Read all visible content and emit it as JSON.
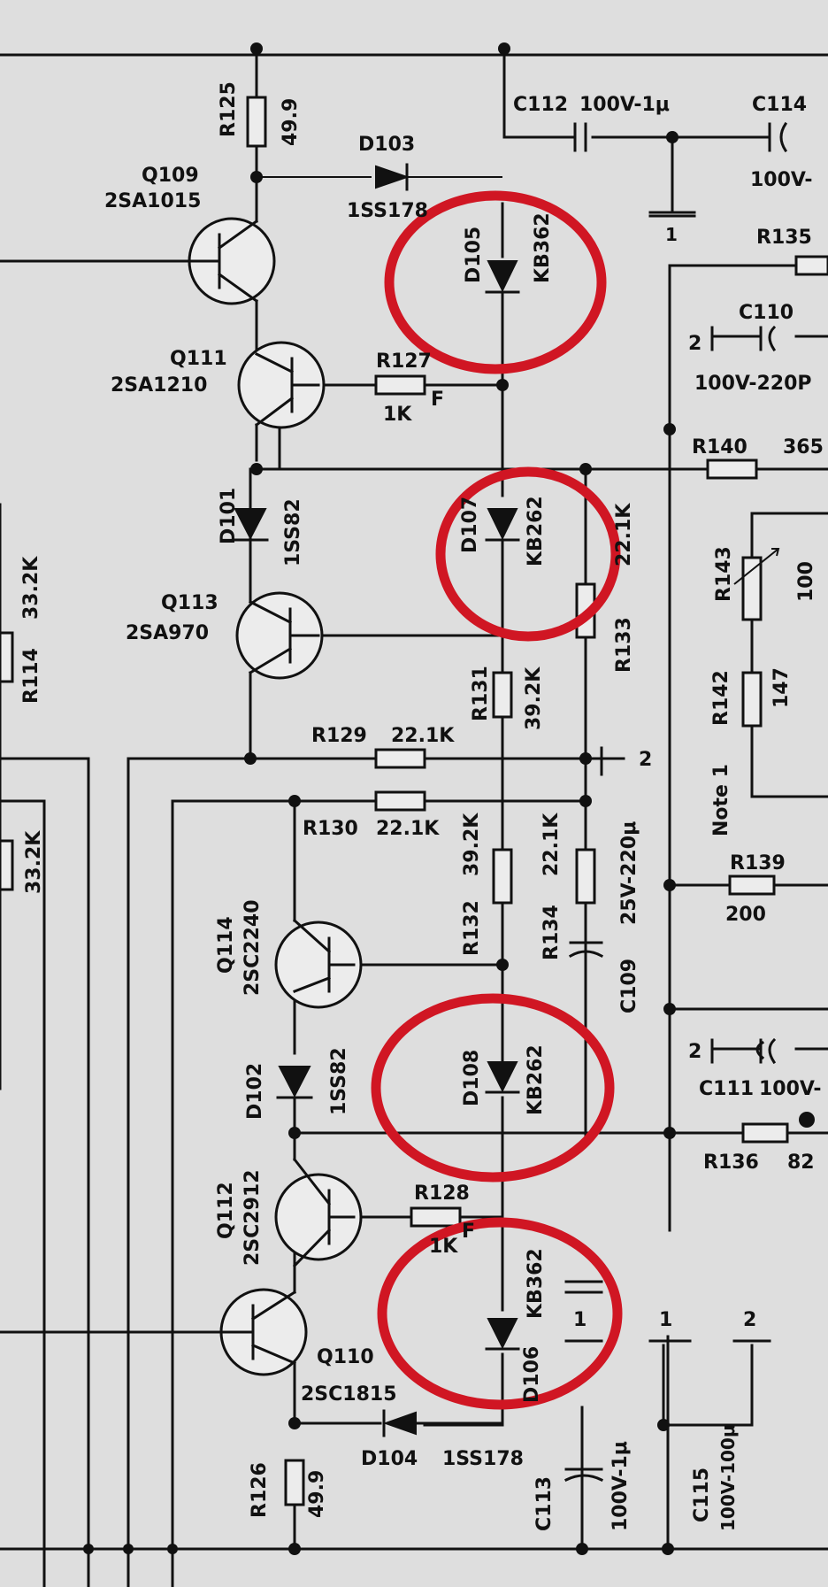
{
  "labels": {
    "R125": "R125",
    "R125v": "49.9",
    "F": "F",
    "Q109": "Q109",
    "Q109t": "2SA1015",
    "D103": "D103",
    "D103t": "1SS178",
    "C112": "C112",
    "C112v": "100V-1μ",
    "C114": "C114",
    "C114v": "100V-",
    "R135": "R135",
    "D105": "D105",
    "D105t": "KB362",
    "Q111": "Q111",
    "Q111t": "2SA1210",
    "R127": "R127",
    "R127v": "1K",
    "C110": "C110",
    "C110v": "100V-220P",
    "n2a": "2",
    "R140": "R140",
    "R140v": "365",
    "D101": "D101",
    "D101t": "1SS82",
    "D107": "D107",
    "D107t": "KB262",
    "R133v": "22.1K",
    "R133": "R133",
    "R143": "R143",
    "R143v": "100",
    "Q113": "Q113",
    "Q113t": "2SA970",
    "R114": "R114",
    "R114v": "33.2K",
    "R131": "R131",
    "R131v": "39.2K",
    "R142": "R142",
    "R142v": "147",
    "R129": "R129",
    "R129v": "22.1K",
    "n2b": "2",
    "Note": "Note 1",
    "R130": "R130",
    "R130v": "22.1K",
    "R132": "R132",
    "R132v": "39.2K",
    "R134": "R134",
    "R134v": "22.1K",
    "C109": "C109",
    "C109v": "25V-220μ",
    "R139": "R139",
    "R139v": "200",
    "Q114": "Q114",
    "Q114t": "2SC2240",
    "v332": "33.2K",
    "D102": "D102",
    "D102t": "1SS82",
    "D108": "D108",
    "D108t": "KB262",
    "C111": "C111",
    "C111v": "100V-",
    "n2c": "2",
    "R136": "R136",
    "R136v": "82",
    "Q112": "Q112",
    "Q112t": "2SC2912",
    "R128": "R128",
    "R128v": "1K",
    "D106": "D106",
    "D106t": "KB362",
    "Q110": "Q110",
    "Q110t": "2SC1815",
    "n1a": "1",
    "n1b": "1",
    "n1c": "1",
    "n2d": "2",
    "D104": "D104",
    "D104t": "1SS178",
    "R126": "R126",
    "R126v": "49.9",
    "C113": "C113",
    "C113v": "100V-1μ",
    "C115": "C115",
    "C115v": "100V-100μ"
  },
  "colors": {
    "highlight": "#d01623",
    "ink": "#111111",
    "paper": "#dedede"
  }
}
